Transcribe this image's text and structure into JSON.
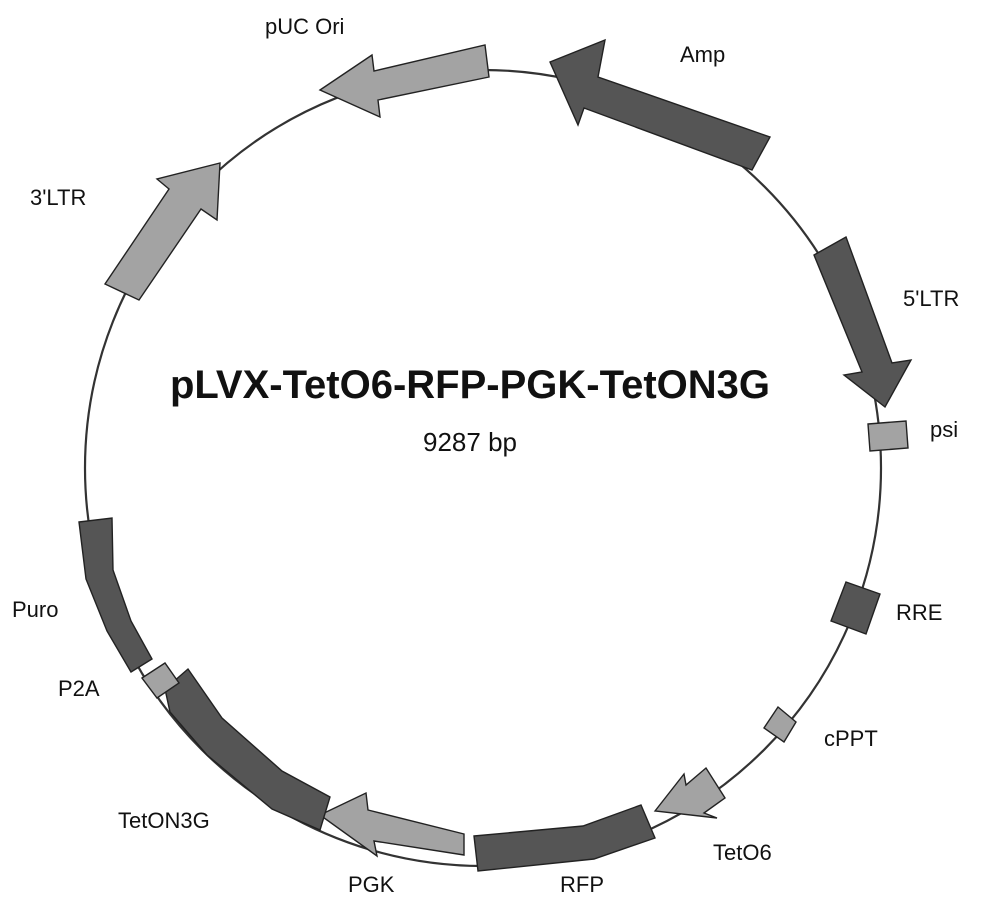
{
  "plasmid": {
    "name": "pLVX-TetO6-RFP-PGK-TetON3G",
    "size_label": "9287 bp"
  },
  "colors": {
    "dark_feature": "#555555",
    "light_feature": "#a3a3a3",
    "backbone": "#333333",
    "background": "#ffffff"
  },
  "features": [
    {
      "id": "amp",
      "label": "Amp",
      "shade": "dark",
      "shape": "arrow"
    },
    {
      "id": "puc-ori",
      "label": "pUC Ori",
      "shade": "light",
      "shape": "arrow"
    },
    {
      "id": "3ltr",
      "label": "3'LTR",
      "shade": "light",
      "shape": "arrow"
    },
    {
      "id": "5ltr",
      "label": "5'LTR",
      "shade": "dark",
      "shape": "arrow"
    },
    {
      "id": "psi",
      "label": "psi",
      "shade": "light",
      "shape": "box"
    },
    {
      "id": "rre",
      "label": "RRE",
      "shade": "dark",
      "shape": "box"
    },
    {
      "id": "cppt",
      "label": "cPPT",
      "shade": "light",
      "shape": "box"
    },
    {
      "id": "teto6",
      "label": "TetO6",
      "shade": "light",
      "shape": "arrow"
    },
    {
      "id": "rfp",
      "label": "RFP",
      "shade": "dark",
      "shape": "box"
    },
    {
      "id": "pgk",
      "label": "PGK",
      "shade": "light",
      "shape": "arrow"
    },
    {
      "id": "teton3g",
      "label": "TetON3G",
      "shade": "dark",
      "shape": "box"
    },
    {
      "id": "p2a",
      "label": "P2A",
      "shade": "light",
      "shape": "box"
    },
    {
      "id": "puro",
      "label": "Puro",
      "shade": "dark",
      "shape": "box"
    }
  ]
}
